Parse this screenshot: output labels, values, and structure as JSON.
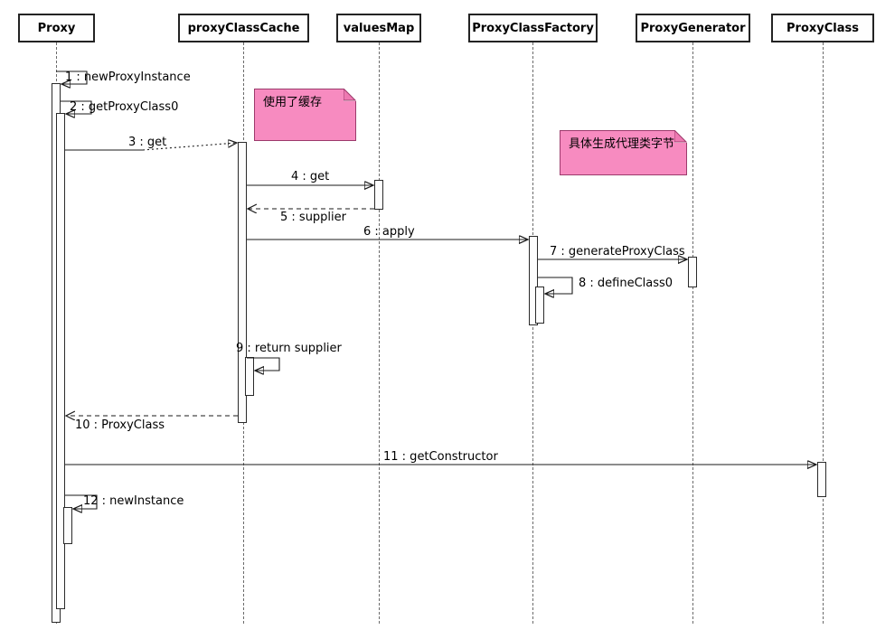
{
  "diagram": {
    "type": "uml-sequence",
    "participants": [
      {
        "id": "proxy",
        "label": "Proxy"
      },
      {
        "id": "proxyClassCache",
        "label": "proxyClassCache"
      },
      {
        "id": "valuesMap",
        "label": "valuesMap"
      },
      {
        "id": "proxyClassFactory",
        "label": "ProxyClassFactory"
      },
      {
        "id": "proxyGenerator",
        "label": "ProxyGenerator"
      },
      {
        "id": "proxyClass",
        "label": "ProxyClass"
      }
    ],
    "messages": [
      {
        "seq": 1,
        "label": "1 : newProxyInstance",
        "from": "Proxy",
        "to": "Proxy",
        "kind": "self"
      },
      {
        "seq": 2,
        "label": "2 : getProxyClass0",
        "from": "Proxy",
        "to": "Proxy",
        "kind": "self"
      },
      {
        "seq": 3,
        "label": "3 : get",
        "from": "Proxy",
        "to": "proxyClassCache",
        "kind": "call"
      },
      {
        "seq": 4,
        "label": "4 : get",
        "from": "proxyClassCache",
        "to": "valuesMap",
        "kind": "call"
      },
      {
        "seq": 5,
        "label": "5 : supplier",
        "from": "valuesMap",
        "to": "proxyClassCache",
        "kind": "return"
      },
      {
        "seq": 6,
        "label": "6 : apply",
        "from": "proxyClassCache",
        "to": "ProxyClassFactory",
        "kind": "call"
      },
      {
        "seq": 7,
        "label": "7 : generateProxyClass",
        "from": "ProxyClassFactory",
        "to": "ProxyGenerator",
        "kind": "call"
      },
      {
        "seq": 8,
        "label": "8 : defineClass0",
        "from": "ProxyClassFactory",
        "to": "ProxyClassFactory",
        "kind": "self"
      },
      {
        "seq": 9,
        "label": "9 : return supplier",
        "from": "proxyClassCache",
        "to": "proxyClassCache",
        "kind": "self"
      },
      {
        "seq": 10,
        "label": "10 : ProxyClass",
        "from": "proxyClassCache",
        "to": "Proxy",
        "kind": "return"
      },
      {
        "seq": 11,
        "label": "11 : getConstructor",
        "from": "Proxy",
        "to": "ProxyClass",
        "kind": "call"
      },
      {
        "seq": 12,
        "label": "12 : newInstance",
        "from": "Proxy",
        "to": "Proxy",
        "kind": "self"
      }
    ],
    "notes": [
      {
        "text": "使用了缓存",
        "attached_to": "proxyClassCache"
      },
      {
        "text": "具体生成代理类字节",
        "attached_to": "ProxyClassFactory"
      }
    ],
    "colors": {
      "note_background": "#f78bc0",
      "note_fold": "#ee79b2",
      "note_border": "#9c3a6c",
      "line": "#1a1a1a",
      "lifeline": "#6b6b6b"
    }
  }
}
